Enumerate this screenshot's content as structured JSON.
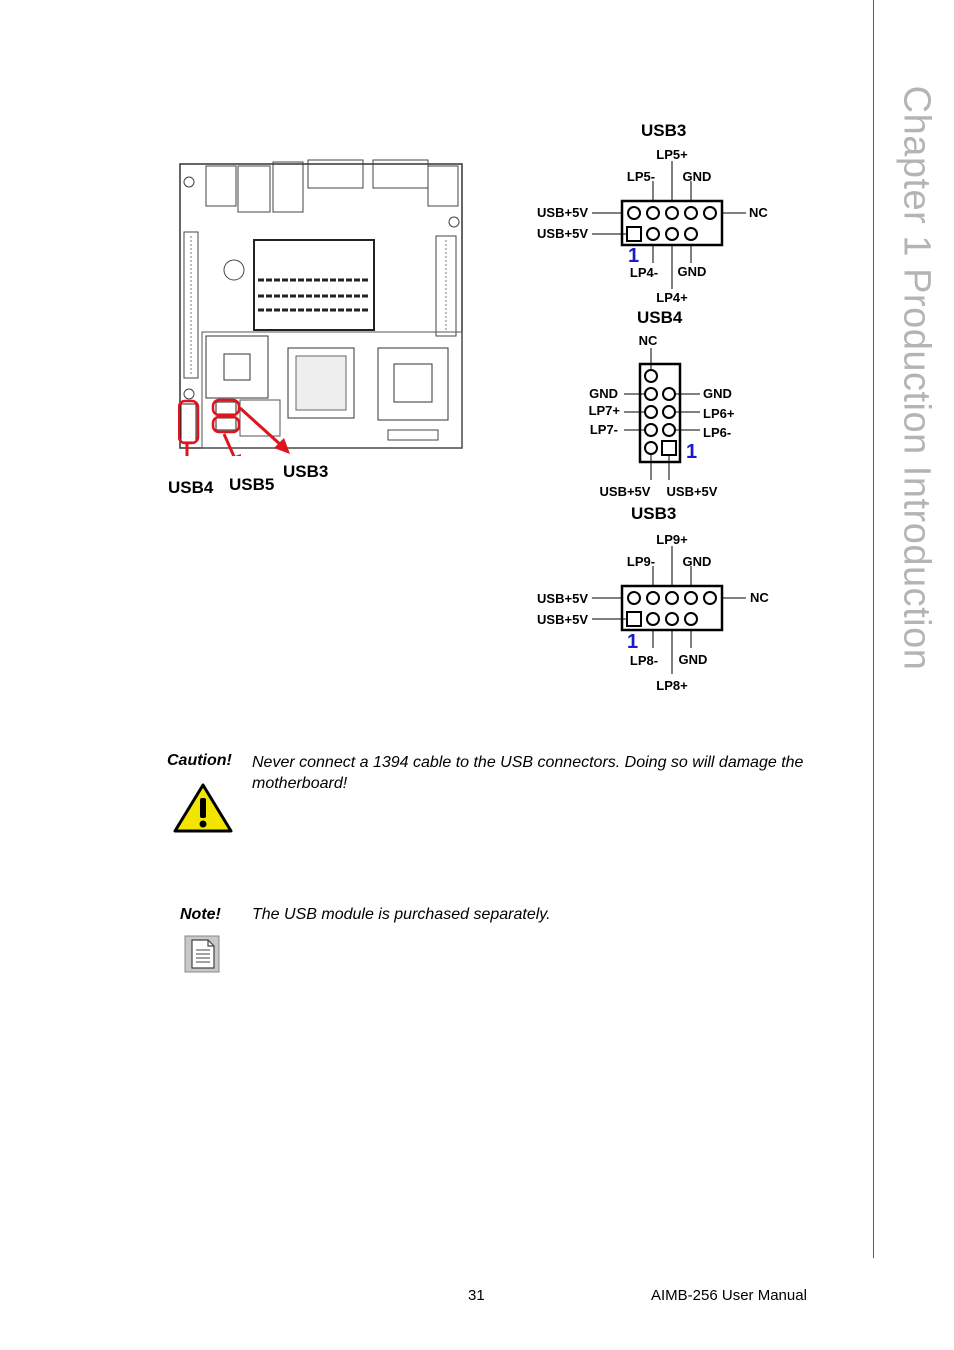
{
  "sidebar": {
    "chapter_title": "Chapter 1   Production Introduction"
  },
  "board_labels": {
    "usb4": "USB4",
    "usb5": "USB5",
    "usb3": "USB3"
  },
  "connector_top": {
    "title": "USB3",
    "labels": {
      "top1": "LP5+",
      "top2": "LP5-",
      "top3": "GND",
      "left1": "USB+5V",
      "left2": "USB+5V",
      "right": "NC",
      "bot1": "LP4-",
      "bot2": "GND",
      "bot3": "LP4+",
      "pin1": "1"
    }
  },
  "connector_mid": {
    "title": "USB4",
    "labels": {
      "top": "NC",
      "l1": "GND",
      "l2": "LP7+",
      "l3": "LP7-",
      "r1": "GND",
      "r2": "LP6+",
      "r3": "LP6-",
      "b1": "USB+5V",
      "b2": "USB+5V",
      "pin1": "1"
    }
  },
  "connector_bot": {
    "title": "USB3",
    "labels": {
      "top1": "LP9+",
      "top2": "LP9-",
      "top3": "GND",
      "left1": "USB+5V",
      "left2": "USB+5V",
      "right": "NC",
      "bot1": "LP8-",
      "bot2": "GND",
      "bot3": "LP8+",
      "pin1": "1"
    }
  },
  "caution": {
    "label": "Caution!",
    "text": "Never connect a 1394 cable to the USB connectors. Doing so will damage the motherboard!"
  },
  "note": {
    "label": "Note!",
    "text": "The USB module is purchased separately."
  },
  "footer": {
    "page": "31",
    "manual": "AIMB-256 User Manual"
  },
  "colors": {
    "accent_rule": "#7b3fa0",
    "chapter_text": "#b4b4b4",
    "arrow_red": "#e0141e",
    "pin1_blue": "#1a1acc",
    "warn_yellow": "#f2e600"
  }
}
